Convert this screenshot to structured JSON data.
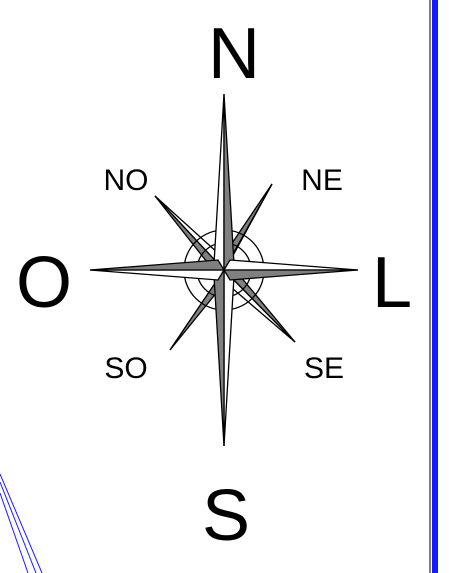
{
  "compass": {
    "labels": {
      "north": "N",
      "south": "S",
      "west": "O",
      "east": "L",
      "northwest": "NO",
      "northeast": "NE",
      "southwest": "SO",
      "southeast": "SE"
    }
  },
  "colors": {
    "star_fill": "#808080",
    "outline": "#000000",
    "border_blue": "#0000ff",
    "background": "#ffffff"
  }
}
